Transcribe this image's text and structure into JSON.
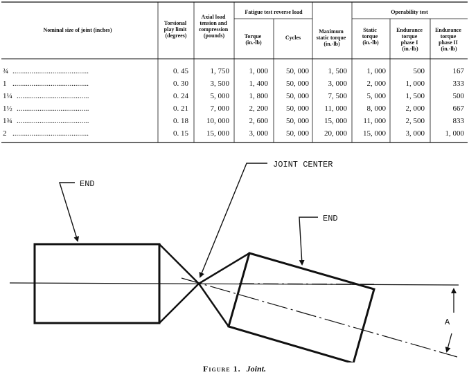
{
  "table": {
    "headers": {
      "nominal": "Nominal size of joint (inches)",
      "torsional": [
        "Torsional",
        "play limit",
        "(degrees)"
      ],
      "axial": [
        "Axial load",
        "tension and",
        "compression",
        "(pounds)"
      ],
      "fatigue_group": "Fatigue test reverse load",
      "torque": [
        "Torque",
        "(in.-lb)"
      ],
      "cycles": "Cycles",
      "max_static": [
        "Maximum",
        "static torque",
        "(in.-lb)"
      ],
      "operability_group": "Operability test",
      "static_torque": [
        "Static",
        "torque",
        "(in.-lb)"
      ],
      "endurance1": [
        "Endurance",
        "torque",
        "phase I",
        "(in.-lb)"
      ],
      "endurance2": [
        "Endurance",
        "torque",
        "phase II",
        "(in.-lb)"
      ]
    },
    "rows": [
      {
        "size": "¾",
        "leader": "........................................",
        "play": "0. 45",
        "axial": "1, 750",
        "torque": "1, 000",
        "cycles": "50, 000",
        "max_static": "1, 500",
        "static": "1, 000",
        "end1": "500",
        "end2": "167"
      },
      {
        "size": "1",
        "leader": "........................................",
        "play": "0. 30",
        "axial": "3, 500",
        "torque": "1, 400",
        "cycles": "50, 000",
        "max_static": "3, 000",
        "static": "2, 000",
        "end1": "1, 000",
        "end2": "333"
      },
      {
        "size": "1¼",
        "leader": "......................................",
        "play": "0. 24",
        "axial": "5, 000",
        "torque": "1, 800",
        "cycles": "50, 000",
        "max_static": "7, 500",
        "static": "5, 000",
        "end1": "1, 500",
        "end2": "500"
      },
      {
        "size": "1½",
        "leader": "......................................",
        "play": "0. 21",
        "axial": "7, 000",
        "torque": "2, 200",
        "cycles": "50, 000",
        "max_static": "11, 000",
        "static": "8, 000",
        "end1": "2, 000",
        "end2": "667"
      },
      {
        "size": "1¾",
        "leader": "......................................",
        "play": "0. 18",
        "axial": "10, 000",
        "torque": "2, 600",
        "cycles": "50, 000",
        "max_static": "15, 000",
        "static": "11, 000",
        "end1": "2, 500",
        "end2": "833"
      },
      {
        "size": "2",
        "leader": "........................................",
        "play": "0. 15",
        "axial": "15, 000",
        "torque": "3, 000",
        "cycles": "50, 000",
        "max_static": "20, 000",
        "static": "15, 000",
        "end1": "3, 000",
        "end2": "1, 000"
      }
    ]
  },
  "figure": {
    "label_joint_center": "JOINT CENTER",
    "label_end_left": "END",
    "label_end_right": "END",
    "label_angle": "A",
    "caption_fig": "Figure 1.",
    "caption_title": "Joint."
  }
}
